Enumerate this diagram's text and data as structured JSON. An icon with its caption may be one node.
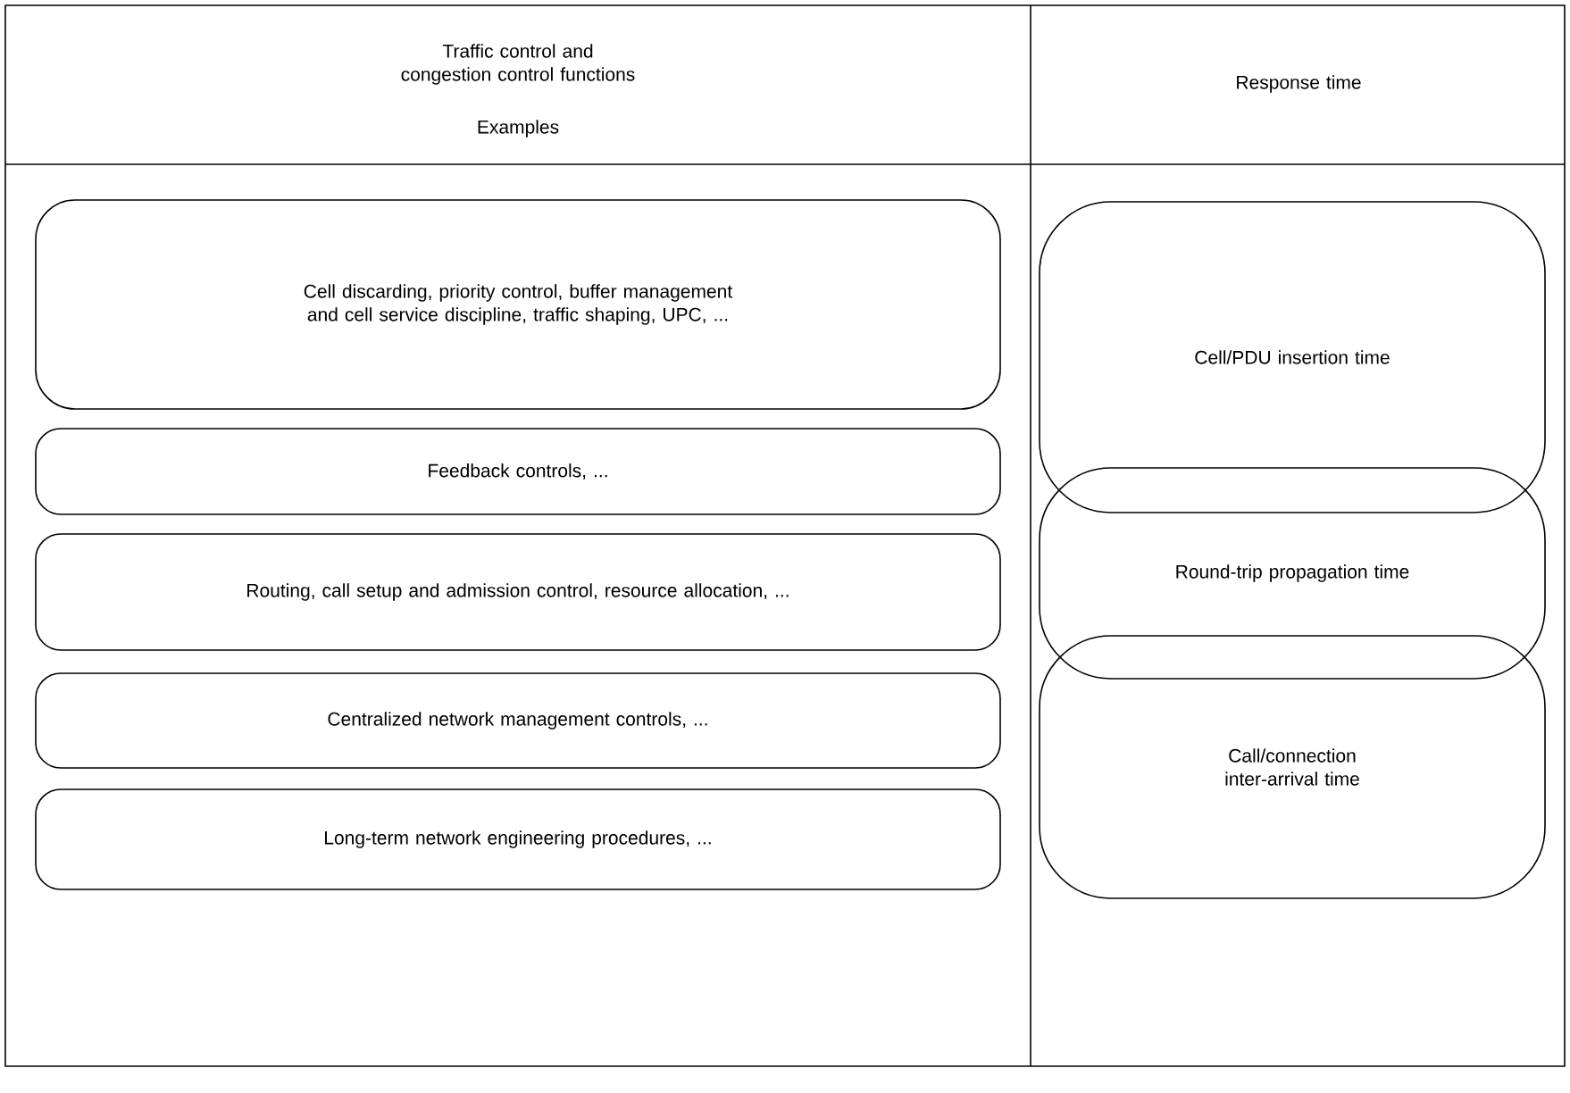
{
  "diagram": {
    "nodes": [
      {
        "text": [
          "Cell discarding, priority control, buffer management and cell service discipline, traffic shaping, UPC, ..."
        ]
      },
      {
        "text": [
          "Feedback controls, ..."
        ]
      },
      {
        "text": [
          "Routing, call setup and admission control, resource allocation, ..."
        ]
      },
      {
        "text": [
          "Centralized network management controls, ..."
        ]
      },
      {
        "text": [
          "Long-term network engineering procedures, ..."
        ]
      },
      {
        "text": [
          "Cell/PDU insertion time"
        ]
      },
      {
        "text": [
          "Round-trip propagation time"
        ]
      },
      {
        "text": [
          "Call/connection inter-arrival time"
        ]
      }
    ],
    "labels": [
      "Traffic control and congestion control functions",
      "Examples",
      "Response time"
    ]
  }
}
